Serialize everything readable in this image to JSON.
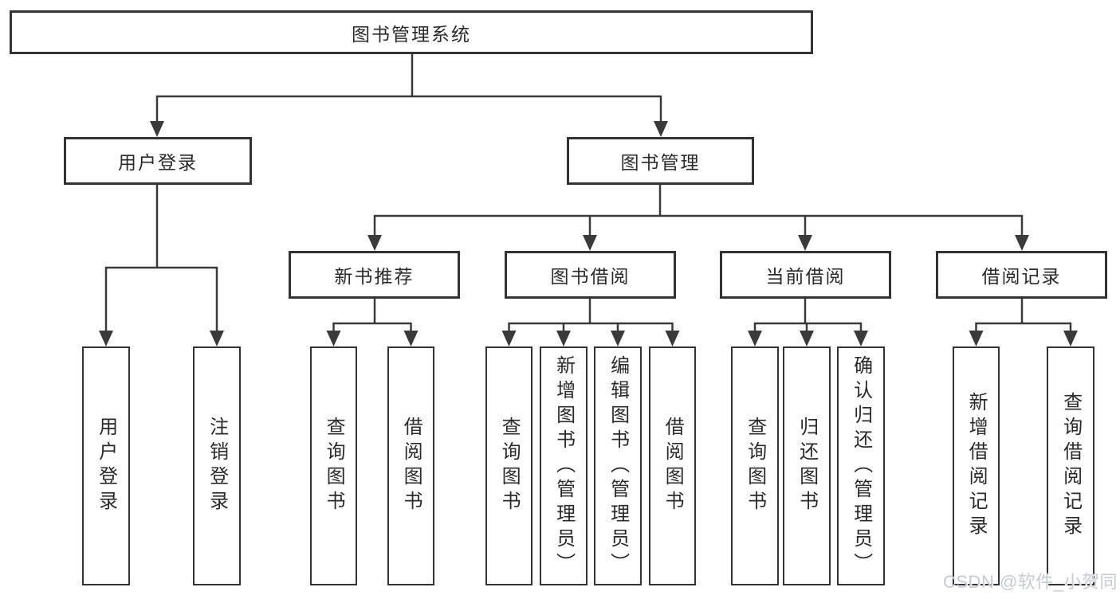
{
  "root": {
    "label": "图书管理系统"
  },
  "branches": [
    {
      "label": "用户登录",
      "children": [
        {
          "label": "用户登录"
        },
        {
          "label": "注销登录"
        }
      ]
    },
    {
      "label": "图书管理",
      "children": [
        {
          "label": "新书推荐",
          "children": [
            {
              "label": "查询图书"
            },
            {
              "label": "借阅图书"
            }
          ]
        },
        {
          "label": "图书借阅",
          "children": [
            {
              "label": "查询图书"
            },
            {
              "label": "新增图书（管理员）"
            },
            {
              "label": "编辑图书（管理员）"
            },
            {
              "label": "借阅图书"
            }
          ]
        },
        {
          "label": "当前借阅",
          "children": [
            {
              "label": "查询图书"
            },
            {
              "label": "归还图书"
            },
            {
              "label": "确认归还（管理员）"
            }
          ]
        },
        {
          "label": "借阅记录",
          "children": [
            {
              "label": "新增借阅记录"
            },
            {
              "label": "查询借阅记录"
            }
          ]
        }
      ]
    }
  ],
  "watermark": "CSDN @软件_小贺同学",
  "colors": {
    "line": "#3a3a3a",
    "border": "#333333",
    "text": "#2a2a2a",
    "background": "#ffffff",
    "watermark": "#c7cad3"
  }
}
